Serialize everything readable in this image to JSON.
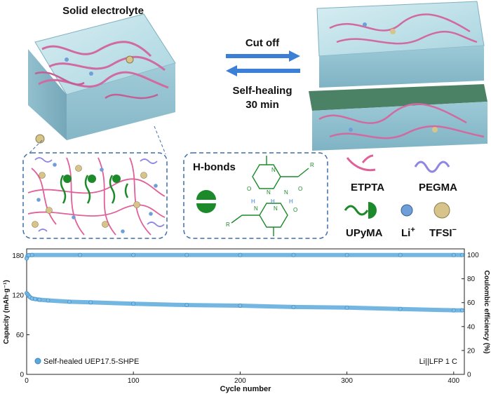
{
  "top": {
    "title": "Solid electrolyte",
    "arrow_forward_label": "Cut off",
    "arrow_back_label_line1": "Self-healing",
    "arrow_back_label_line2": "30 min"
  },
  "inset": {
    "hbond_title": "H-bonds",
    "atoms": {
      "N": "N",
      "H": "H",
      "O": "O",
      "R": "R"
    }
  },
  "legend": {
    "etpta": "ETPTA",
    "pegma": "PEGMA",
    "upyma": "UPyMA",
    "li": "Li",
    "li_sup": "+",
    "tfsi": "TFSI",
    "tfsi_sup": "−"
  },
  "colors": {
    "etpta": "#e0609a",
    "pegma": "#8e86e0",
    "upyma": "#1c8a2a",
    "dash_border": "#3f6fa8",
    "arrow": "#3c7fd6",
    "block": "#a9d4df",
    "series": "#5aa9dd"
  },
  "chart_data": {
    "type": "scatter",
    "xlabel": "Cycle number",
    "ylabel": "Capacity (mAh·g⁻¹)",
    "y2label": "Coulombic efficiency (%)",
    "xlim": [
      0,
      410
    ],
    "ylim": [
      0,
      190
    ],
    "y2lim": [
      0,
      105
    ],
    "xticks": [
      0,
      100,
      200,
      300,
      400
    ],
    "yticks": [
      0,
      60,
      120,
      180
    ],
    "y2ticks": [
      0,
      20,
      40,
      60,
      80,
      100
    ],
    "grid": false,
    "legend_position": "bottom-left",
    "series": [
      {
        "name": "Self-healed UEP17.5-SHPE",
        "axis": "left",
        "x": [
          0,
          1,
          2,
          3,
          5,
          8,
          12,
          20,
          40,
          60,
          100,
          150,
          200,
          250,
          300,
          350,
          400,
          408
        ],
        "values": [
          123,
          121,
          119,
          117,
          115,
          114,
          113,
          112,
          110,
          109,
          107,
          105,
          104,
          102,
          101,
          99,
          97,
          97
        ]
      },
      {
        "name": "Coulombic efficiency",
        "axis": "right",
        "x": [
          0,
          1,
          2,
          5,
          50,
          100,
          150,
          200,
          250,
          300,
          350,
          400,
          408
        ],
        "values": [
          97,
          99.5,
          99.8,
          99.9,
          99.9,
          99.9,
          99.9,
          99.9,
          99.9,
          99.9,
          99.9,
          99.9,
          99.9
        ]
      }
    ],
    "annotation": "Li||LFP  1 C"
  }
}
